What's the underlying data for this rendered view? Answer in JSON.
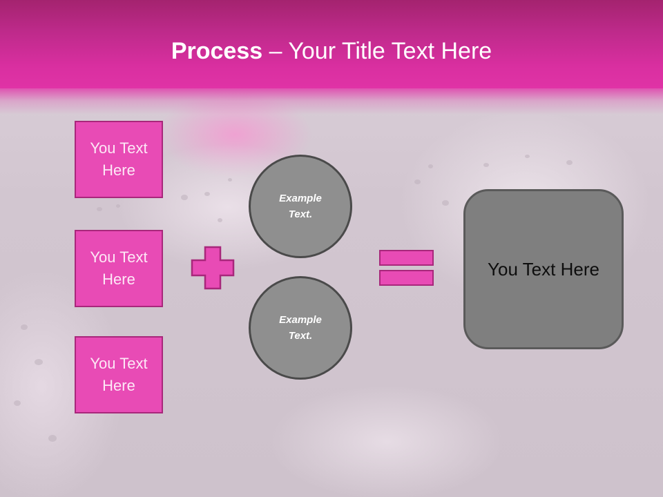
{
  "slide": {
    "title_bold": "Process",
    "title_rest": " – Your Title Text Here",
    "colors": {
      "header_top": "#a4236f",
      "header_bottom": "#e033a6",
      "accent_pink": "#e84bb5",
      "accent_border": "#a8277b",
      "circle_fill": "#8f8f8f",
      "result_fill": "#7f7f7f"
    }
  },
  "inputs": [
    {
      "label": "You Text Here"
    },
    {
      "label": "You Text Here"
    },
    {
      "label": "You Text Here"
    }
  ],
  "operator_plus": "plus-icon",
  "circles": [
    {
      "label": "Example Text."
    },
    {
      "label": "Example Text."
    }
  ],
  "operator_equals": "equals-icon",
  "result": {
    "label": "You Text Here"
  }
}
